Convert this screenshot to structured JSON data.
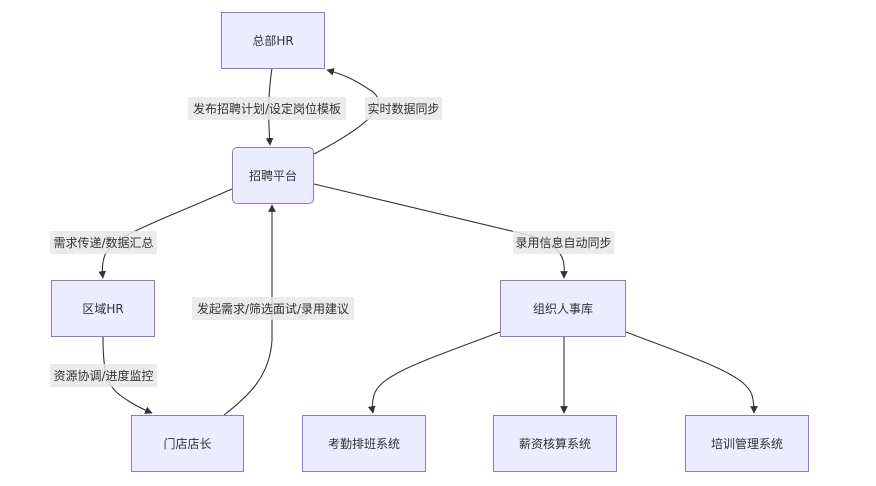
{
  "diagram": {
    "type": "flowchart",
    "colors": {
      "node_fill": "#ECECFF",
      "node_stroke": "#9370DB",
      "edge": "#333333",
      "label_bg": "#E8E8E8",
      "text": "#333333"
    },
    "nodes": [
      {
        "id": "hq_hr",
        "label": "总部HR"
      },
      {
        "id": "platform",
        "label": "招聘平台"
      },
      {
        "id": "region_hr",
        "label": "区域HR"
      },
      {
        "id": "store_mgr",
        "label": "门店店长"
      },
      {
        "id": "org_db",
        "label": "组织人事库"
      },
      {
        "id": "attendance",
        "label": "考勤排班系统"
      },
      {
        "id": "payroll",
        "label": "薪资核算系统"
      },
      {
        "id": "training",
        "label": "培训管理系统"
      }
    ],
    "edges": [
      {
        "from": "hq_hr",
        "to": "platform",
        "label": "发布招聘计划/设定岗位模板"
      },
      {
        "from": "platform",
        "to": "hq_hr",
        "label": "实时数据同步"
      },
      {
        "from": "platform",
        "to": "region_hr",
        "label": "需求传递/数据汇总"
      },
      {
        "from": "region_hr",
        "to": "store_mgr",
        "label": "资源协调/进度监控"
      },
      {
        "from": "store_mgr",
        "to": "platform",
        "label": "发起需求/筛选面试/录用建议"
      },
      {
        "from": "platform",
        "to": "org_db",
        "label": "录用信息自动同步"
      },
      {
        "from": "org_db",
        "to": "attendance",
        "label": ""
      },
      {
        "from": "org_db",
        "to": "payroll",
        "label": ""
      },
      {
        "from": "org_db",
        "to": "training",
        "label": ""
      }
    ]
  }
}
